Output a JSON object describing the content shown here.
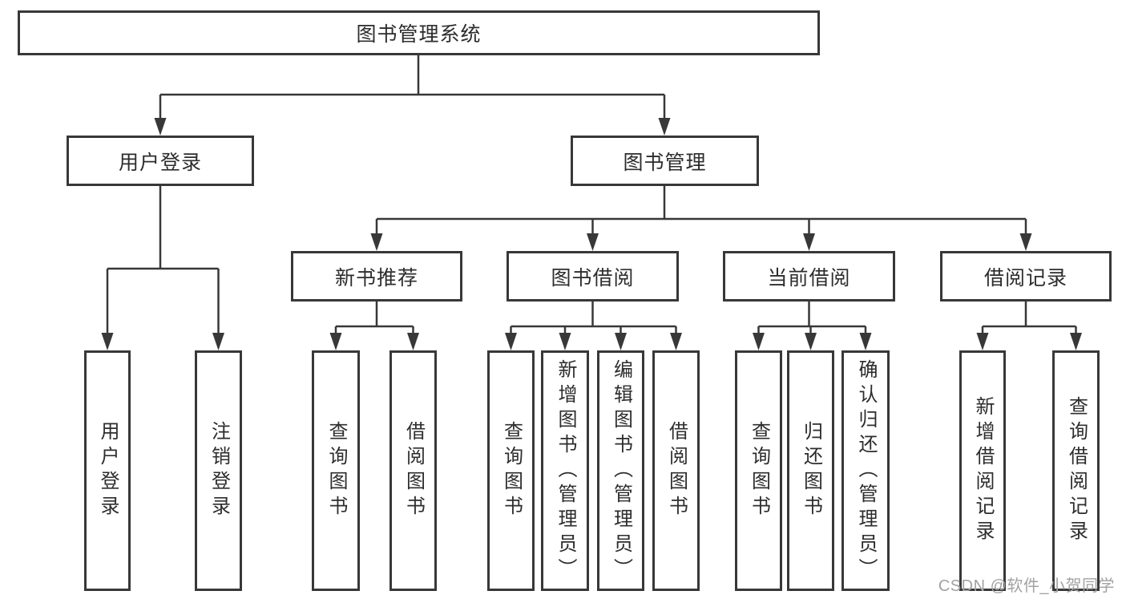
{
  "diagram": {
    "title": "图书管理系统",
    "root_label": "图书管理系统",
    "level1": [
      "用户登录",
      "图书管理"
    ],
    "level2": [
      "新书推荐",
      "图书借阅",
      "当前借阅",
      "借阅记录"
    ],
    "leaves": {
      "login": [
        "用户登录",
        "注销登录"
      ],
      "recommend": [
        "查询图书",
        "借阅图书"
      ],
      "borrow": [
        "查询图书",
        "新增图书（管理员）",
        "编辑图书（管理员）",
        "借阅图书"
      ],
      "current": [
        "查询图书",
        "归还图书",
        "确认归还（管理员）"
      ],
      "record": [
        "新增借阅记录",
        "查询借阅记录"
      ]
    },
    "colors": {
      "line": "#383838",
      "text": "#2d2d2d",
      "box_background": "#ffffff",
      "watermark": "#a2a2a2"
    },
    "watermark": "CSDN @软件_小贺同学"
  }
}
